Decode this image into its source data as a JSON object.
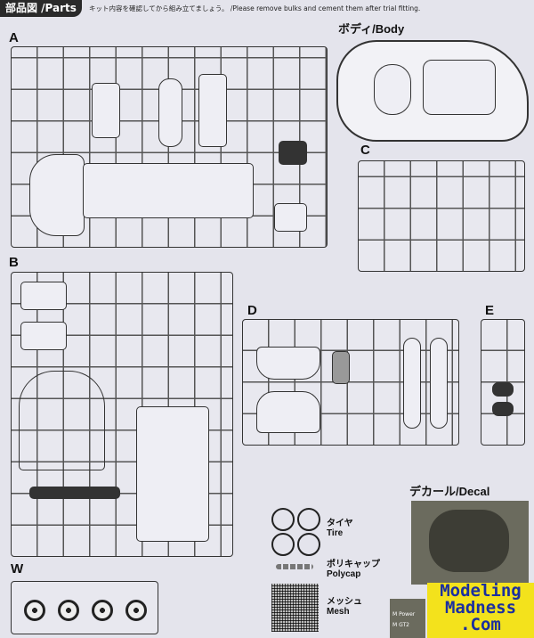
{
  "header": {
    "title": "部品図 /Parts",
    "note": "キット内容を確認してから組み立てましょう。 /Please remove bulks and cement them after trial fitting."
  },
  "sprues": {
    "a": "A",
    "b": "B",
    "c": "C",
    "d": "D",
    "e": "E",
    "w": "W"
  },
  "body": {
    "title": "ボディ/Body"
  },
  "tire": {
    "jp": "タイヤ",
    "en": "Tire"
  },
  "polycap": {
    "jp": "ポリキャップ",
    "en": "Polycap"
  },
  "mesh": {
    "jp": "メッシュ",
    "en": "Mesh"
  },
  "decal": {
    "title": "デカール/Decal",
    "text1": "M Power",
    "text2": "M GT2"
  },
  "watermark": {
    "line1": "Modeling",
    "line2": "Madness",
    "line3": ".Com"
  }
}
